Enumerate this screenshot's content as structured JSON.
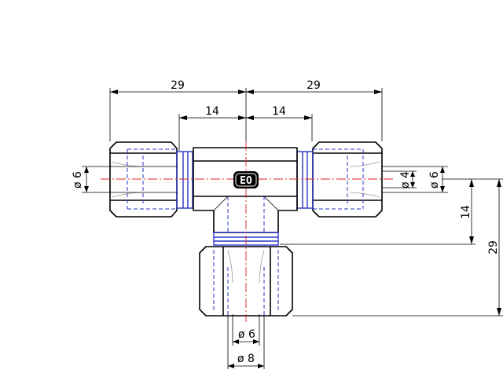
{
  "dimensions": {
    "left_overall": "29",
    "right_overall": "29",
    "left_inner": "14",
    "right_inner": "14",
    "left_tube_dia": "ø 6",
    "right_inner_dia": "ø 4",
    "right_tube_dia": "ø 6",
    "branch_height": "14",
    "branch_overall": "29",
    "bottom_tube_dia": "ø 6",
    "bottom_nut_dia": "ø 8"
  },
  "logo": {
    "text": "EO"
  }
}
